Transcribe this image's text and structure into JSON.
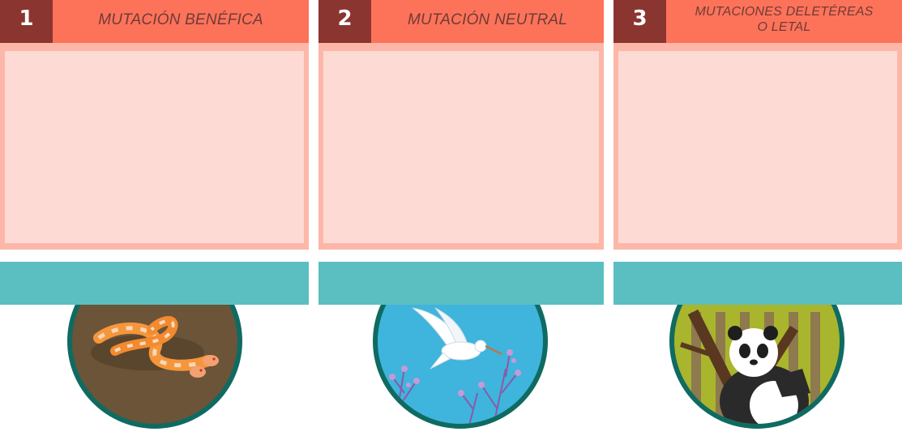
{
  "columns": [
    {
      "number": "1",
      "title": "MUTACIÓN BENÉFICA",
      "icon": "snake-icon"
    },
    {
      "number": "2",
      "title": "MUTACIÓN NEUTRAL",
      "icon": "bird-icon"
    },
    {
      "number": "3",
      "title_line1": "MUTACIONES DELETÉREAS",
      "title_line2": "O LETAL",
      "icon": "panda-icon"
    }
  ],
  "colors": {
    "header": "#fd735a",
    "number_box": "#8b3530",
    "panel_border": "#fcb7a9",
    "panel_fill": "#fddad3",
    "bar": "#5bbfc1",
    "ring": "#0f6b62"
  }
}
